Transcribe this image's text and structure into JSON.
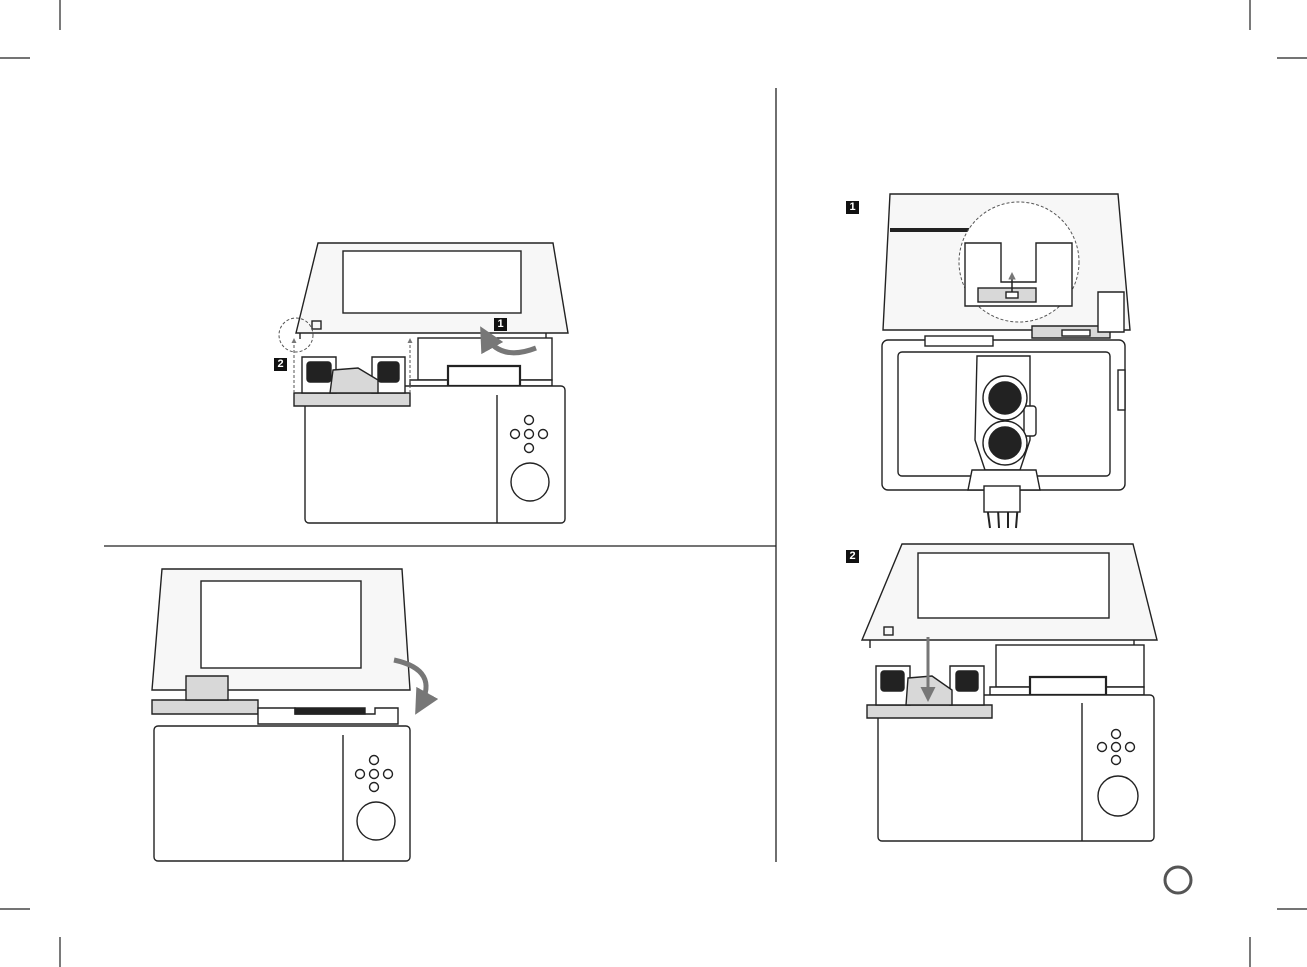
{
  "manual_page": {
    "sections": [
      {
        "name": "lift-screen-and-attach-bracket",
        "step_labels": [
          "1",
          "2"
        ]
      },
      {
        "name": "fold-screen-down",
        "step_labels": []
      },
      {
        "name": "mount-stand-and-attach",
        "step_labels": [
          "1",
          "2"
        ]
      }
    ],
    "colors": {
      "line": "#222222",
      "panel_fill": "#f7f7f7",
      "bracket_fill": "#d8d8d8",
      "arrow": "#777777",
      "marker": "#111111"
    }
  }
}
